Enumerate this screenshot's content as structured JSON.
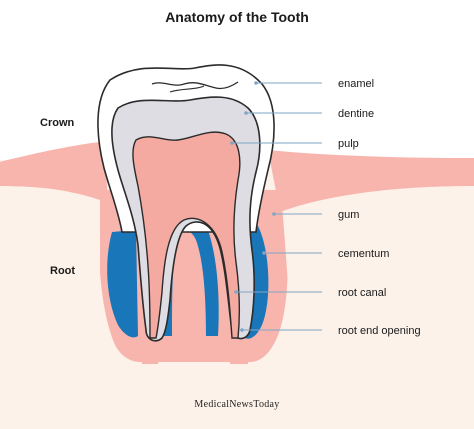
{
  "title": "Anatomy of the Tooth",
  "side_labels": {
    "crown": "Crown",
    "root": "Root"
  },
  "labels": {
    "enamel": "enamel",
    "dentine": "dentine",
    "pulp": "pulp",
    "gum": "gum",
    "cementum": "cementum",
    "root_canal": "root canal",
    "root_end_opening": "root end opening"
  },
  "brand": "MedicalNewsToday",
  "colors": {
    "enamel": "#ffffff",
    "dentine": "#dedde3",
    "pulp": "#f4aaa0",
    "gum": "#f7b5ad",
    "cementum": "#1976b8",
    "bone": "#fdf2ea",
    "leader": "#7fa6c6"
  }
}
